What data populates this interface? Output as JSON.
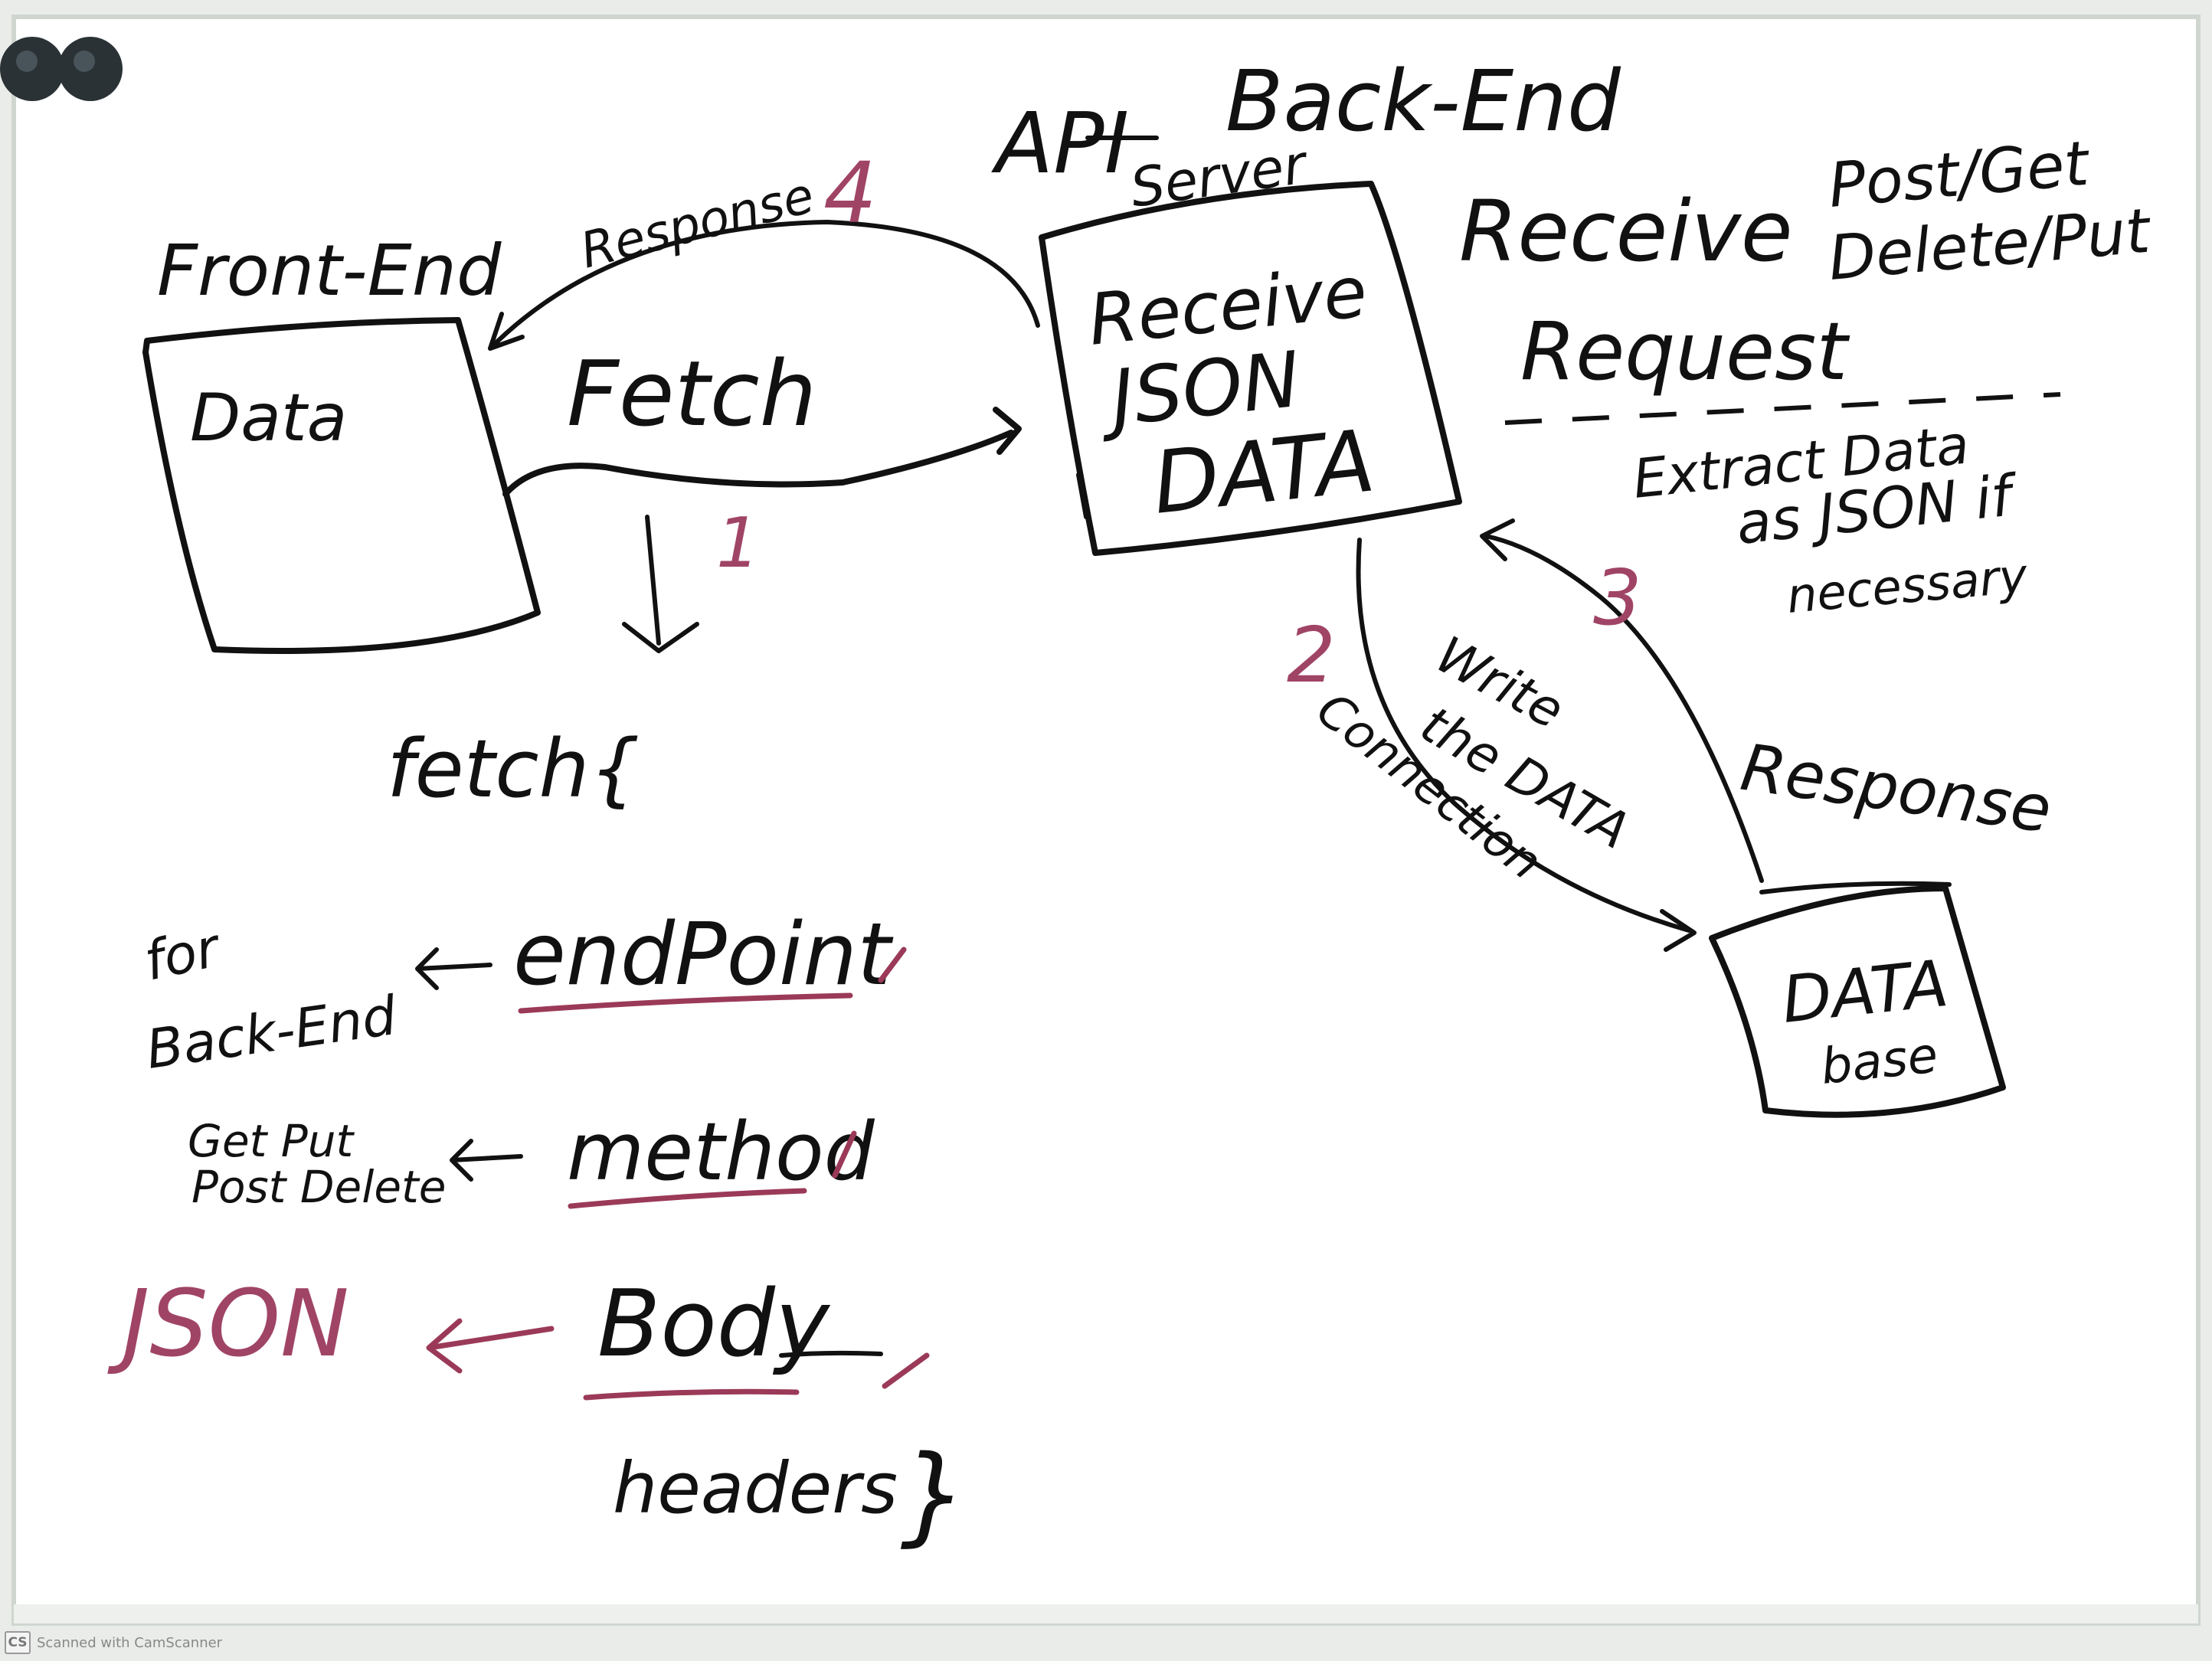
{
  "board": {
    "labels": {
      "api": "API",
      "back_end": "Back-End",
      "server": "Server",
      "front_end": "Front-End",
      "response_top": "Response",
      "fetch": "Fetch",
      "receive_right": "Receive",
      "post_get": "Post/Get",
      "delete_put": "Delete/Put",
      "request": "Request",
      "extract_line1": "Extract Data",
      "extract_line2": "as JSON if",
      "extract_line3": "necessary",
      "write_line1": "Write",
      "write_line2": "the DATA",
      "connection": "Connection",
      "response_db": "Response"
    },
    "nodes": {
      "front_end_box": "Data",
      "server_box_line1": "Receive",
      "server_box_line2": "JSON",
      "server_box_line3": "DATA",
      "database_line1": "DATA",
      "database_line2": "base"
    },
    "step_numbers": {
      "one": "1",
      "two": "2",
      "three": "3",
      "four": "4"
    },
    "fetch_notes": {
      "fetch_open": "fetch{",
      "endpoint": "endPoint",
      "endpoint_note_line1": "for",
      "endpoint_note_line2": "Back-End",
      "method": "method",
      "methods_line1": "Get   Put",
      "methods_line2": "Post  Delete",
      "body": "Body",
      "json": "JSON",
      "headers": "headers",
      "close_brace": "}"
    }
  },
  "footer": {
    "badge": "CS",
    "text": "Scanned with CamScanner"
  },
  "colors": {
    "ink": "#111111",
    "accent_red": "#a04466",
    "board": "#ffffff",
    "frame": "#e9ece9"
  },
  "icons": {
    "magnets": "magnet-icon"
  }
}
